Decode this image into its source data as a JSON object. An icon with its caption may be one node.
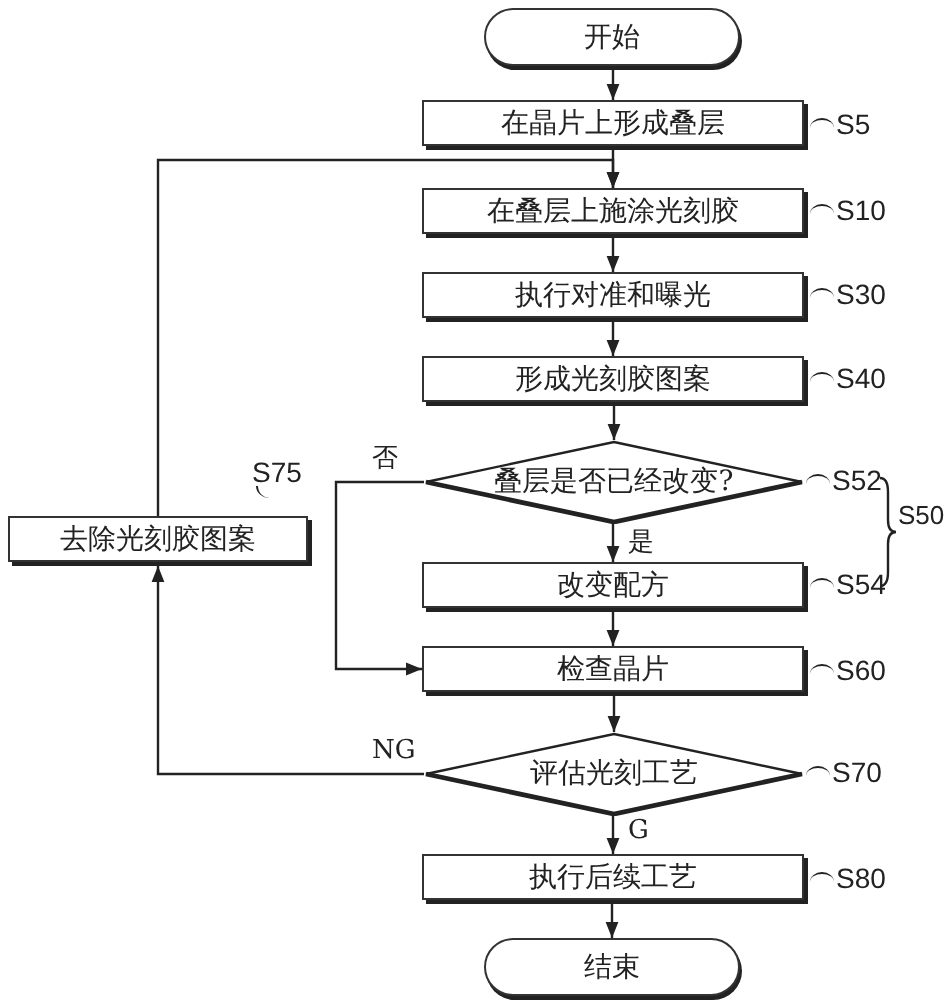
{
  "diagram": {
    "nodes": [
      {
        "text": [
          "开始"
        ]
      },
      {
        "text": [
          "在晶片上形成叠层"
        ],
        "beside": [
          "S5"
        ]
      },
      {
        "text": [
          "在叠层上施涂光刻胶"
        ],
        "beside": [
          "S10"
        ]
      },
      {
        "text": [
          "执行对准和曝光"
        ],
        "beside": [
          "S30"
        ]
      },
      {
        "text": [
          "形成光刻胶图案"
        ],
        "beside": [
          "S40"
        ]
      },
      {
        "text": [
          "叠层是否已经改变?"
        ],
        "beside": [
          "S52"
        ]
      },
      {
        "text": [
          "改变配方"
        ],
        "beside": [
          "S54"
        ]
      },
      {
        "text": [
          "检查晶片"
        ],
        "beside": [
          "S60"
        ]
      },
      {
        "text": [
          "评估光刻工艺"
        ],
        "beside": [
          "S70"
        ]
      },
      {
        "text": [
          "执行后续工艺"
        ],
        "beside": [
          "S80"
        ]
      },
      {
        "text": [
          "结束"
        ]
      },
      {
        "text": [
          "去除光刻胶图案"
        ],
        "beside": [
          "S75"
        ]
      }
    ],
    "edges": [
      {
        "from": 0,
        "to": 1,
        "arrow": "to"
      },
      {
        "from": 1,
        "to": 2,
        "arrow": "to"
      },
      {
        "from": 2,
        "to": 3,
        "arrow": "to"
      },
      {
        "from": 3,
        "to": 4,
        "arrow": "to"
      },
      {
        "from": 4,
        "to": 5,
        "arrow": "to"
      },
      {
        "from": 5,
        "to": 6,
        "arrow": "to",
        "label": "是"
      },
      {
        "from": 5,
        "to": 7,
        "arrow": "to",
        "label": "否"
      },
      {
        "from": 6,
        "to": 7,
        "arrow": "to"
      },
      {
        "from": 7,
        "to": 8,
        "arrow": "to"
      },
      {
        "from": 8,
        "to": 9,
        "arrow": "to",
        "label": "G"
      },
      {
        "from": 9,
        "to": 10,
        "arrow": "to"
      },
      {
        "from": 8,
        "to": 11,
        "arrow": "to",
        "label": "NG"
      },
      {
        "from": 11,
        "to": 2,
        "arrow": "to"
      }
    ],
    "labels": [
      "S50"
    ]
  }
}
